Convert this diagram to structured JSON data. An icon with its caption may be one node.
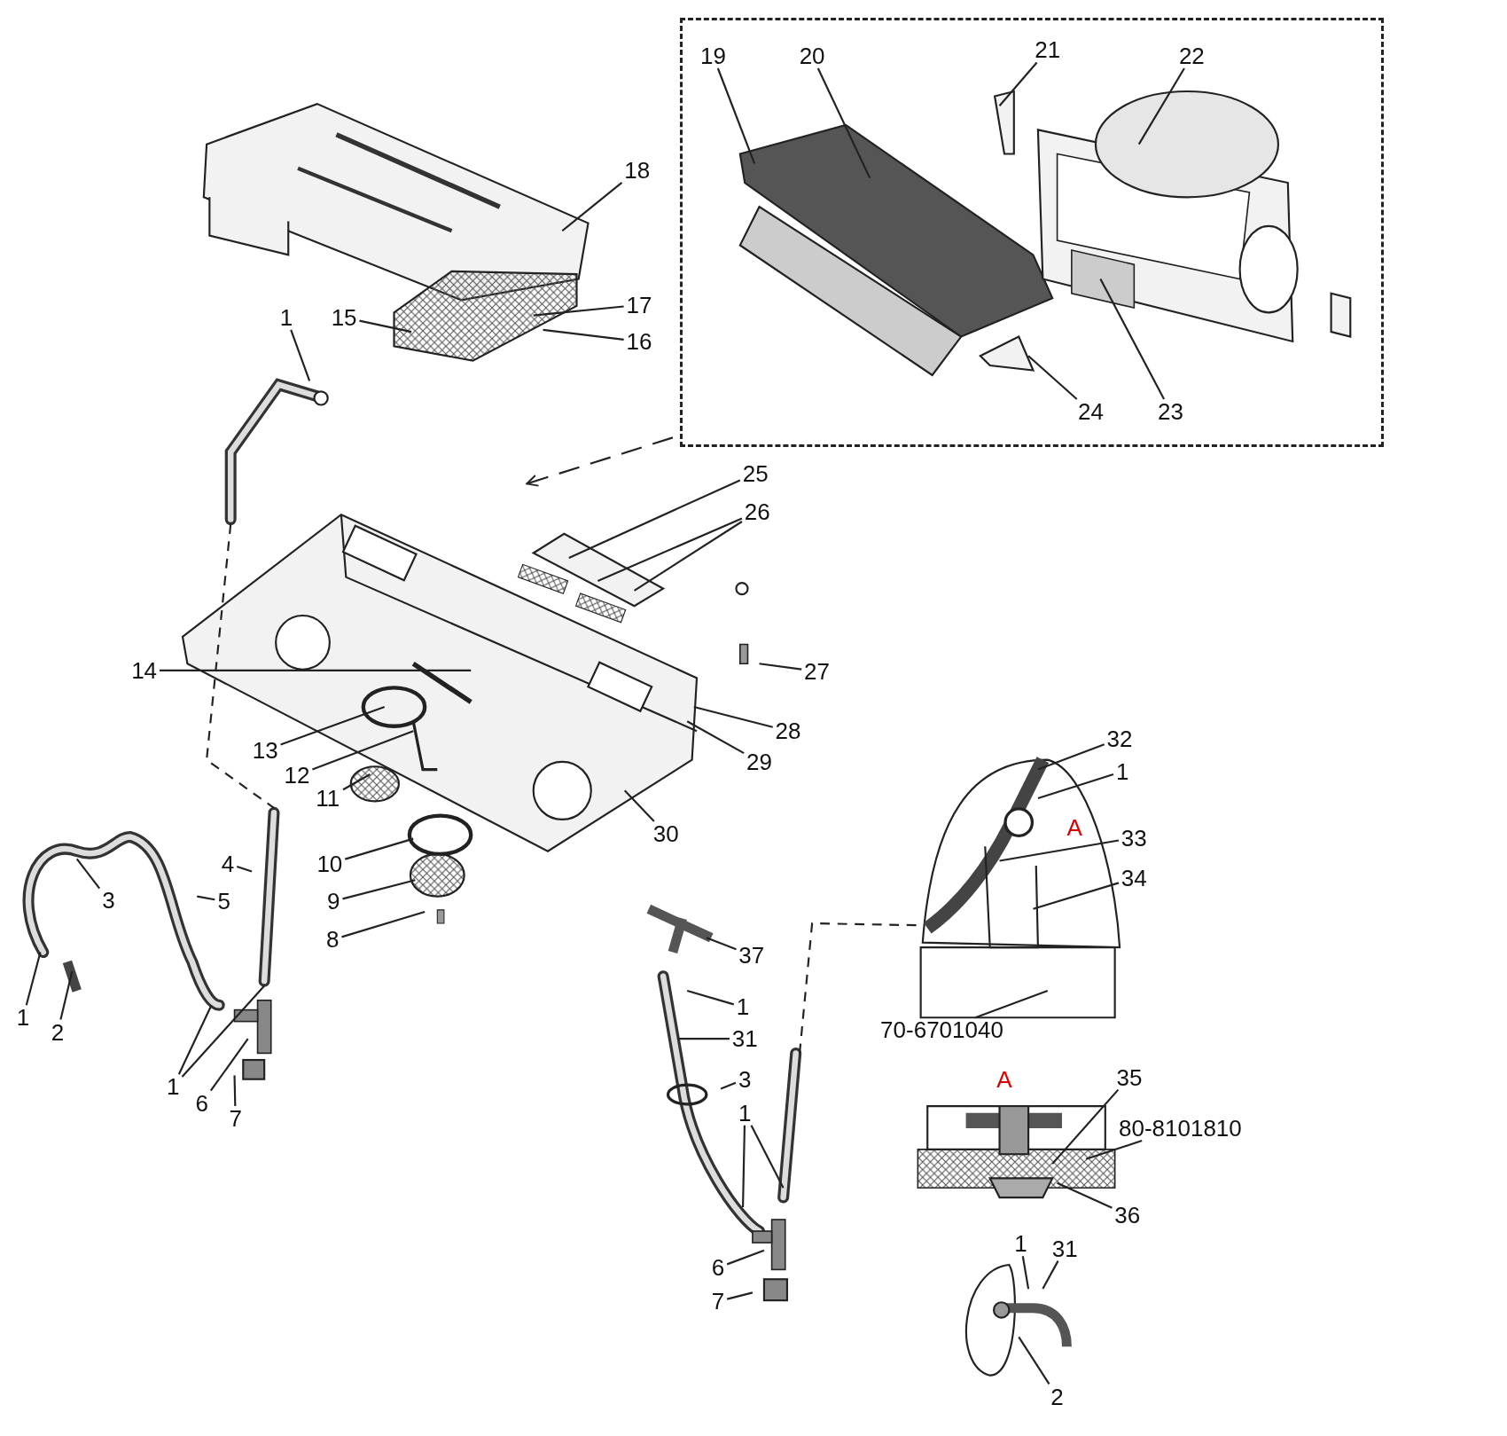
{
  "diagram": {
    "nodes": [
      {
        "text": [],
        "shape": "box"
      },
      {
        "text": [
          "19"
        ],
        "in": 0
      },
      {
        "text": [
          "20"
        ],
        "in": 0
      },
      {
        "text": [
          "21"
        ],
        "in": 0
      },
      {
        "text": [
          "22"
        ],
        "in": 0
      },
      {
        "text": [
          "23"
        ],
        "in": 0
      },
      {
        "text": [
          "24"
        ],
        "in": 0
      },
      {
        "text": [
          "18"
        ]
      },
      {
        "text": [
          "17"
        ]
      },
      {
        "text": [
          "16"
        ]
      },
      {
        "text": [
          "15"
        ]
      },
      {
        "text": [
          "1"
        ]
      },
      {
        "text": [
          "25"
        ]
      },
      {
        "text": [
          "26"
        ]
      },
      {
        "text": [
          "27"
        ]
      },
      {
        "text": [
          "28"
        ]
      },
      {
        "text": [
          "29"
        ]
      },
      {
        "text": [
          "30"
        ]
      },
      {
        "text": [
          "14"
        ]
      },
      {
        "text": [
          "13"
        ]
      },
      {
        "text": [
          "12"
        ]
      },
      {
        "text": [
          "11"
        ]
      },
      {
        "text": [
          "10"
        ]
      },
      {
        "text": [
          "9"
        ]
      },
      {
        "text": [
          "8"
        ]
      },
      {
        "text": [
          "3"
        ]
      },
      {
        "text": [
          "5"
        ]
      },
      {
        "text": [
          "4"
        ]
      },
      {
        "text": [
          "1"
        ]
      },
      {
        "text": [
          "2"
        ]
      },
      {
        "text": [
          "1"
        ]
      },
      {
        "text": [
          "6"
        ]
      },
      {
        "text": [
          "7"
        ]
      },
      {
        "text": [
          "37"
        ]
      },
      {
        "text": [
          "1"
        ]
      },
      {
        "text": [
          "31"
        ]
      },
      {
        "text": [
          "3"
        ]
      },
      {
        "text": [
          "1"
        ]
      },
      {
        "text": [
          "6"
        ]
      },
      {
        "text": [
          "7"
        ]
      },
      {
        "text": [
          "32"
        ]
      },
      {
        "text": [
          "1"
        ]
      },
      {
        "text": [
          "33"
        ]
      },
      {
        "text": [
          "34"
        ]
      },
      {
        "text": [
          "70-6701040"
        ]
      },
      {
        "text": [
          "35"
        ]
      },
      {
        "text": [
          "80-8101810"
        ]
      },
      {
        "text": [
          "36"
        ]
      },
      {
        "text": [
          "1"
        ]
      },
      {
        "text": [
          "31"
        ]
      },
      {
        "text": [
          "2"
        ]
      }
    ],
    "edges": [
      {
        "from": 0,
        "to": null,
        "arrow": "to",
        "style": "dashed"
      },
      {
        "from": 1,
        "to": null,
        "arrow": "none"
      },
      {
        "from": 2,
        "to": null,
        "arrow": "none"
      },
      {
        "from": 3,
        "to": null,
        "arrow": "none"
      },
      {
        "from": 4,
        "to": null,
        "arrow": "none"
      },
      {
        "from": 5,
        "to": null,
        "arrow": "none"
      },
      {
        "from": 6,
        "to": null,
        "arrow": "none"
      },
      {
        "from": 7,
        "to": null,
        "arrow": "none"
      },
      {
        "from": 8,
        "to": null,
        "arrow": "none"
      },
      {
        "from": 9,
        "to": null,
        "arrow": "none"
      },
      {
        "from": 10,
        "to": null,
        "arrow": "none"
      },
      {
        "from": 11,
        "to": null,
        "arrow": "none"
      },
      {
        "from": 12,
        "to": null,
        "arrow": "none"
      },
      {
        "from": 13,
        "to": null,
        "arrow": "none"
      },
      {
        "from": 13,
        "to": null,
        "arrow": "none"
      },
      {
        "from": 14,
        "to": null,
        "arrow": "none"
      },
      {
        "from": 15,
        "to": null,
        "arrow": "none"
      },
      {
        "from": 16,
        "to": null,
        "arrow": "none"
      },
      {
        "from": 17,
        "to": null,
        "arrow": "none"
      },
      {
        "from": 18,
        "to": null,
        "arrow": "none"
      },
      {
        "from": 19,
        "to": null,
        "arrow": "none"
      },
      {
        "from": 20,
        "to": null,
        "arrow": "none"
      },
      {
        "from": 21,
        "to": null,
        "arrow": "none"
      },
      {
        "from": 22,
        "to": null,
        "arrow": "none"
      },
      {
        "from": 23,
        "to": null,
        "arrow": "none"
      },
      {
        "from": 24,
        "to": null,
        "arrow": "none"
      },
      {
        "from": 25,
        "to": null,
        "arrow": "none"
      },
      {
        "from": 26,
        "to": null,
        "arrow": "none"
      },
      {
        "from": 27,
        "to": null,
        "arrow": "none"
      },
      {
        "from": 28,
        "to": null,
        "arrow": "none"
      },
      {
        "from": 29,
        "to": null,
        "arrow": "none"
      },
      {
        "from": 30,
        "to": null,
        "arrow": "none"
      },
      {
        "from": 30,
        "to": null,
        "arrow": "none"
      },
      {
        "from": 31,
        "to": null,
        "arrow": "none"
      },
      {
        "from": 32,
        "to": null,
        "arrow": "none"
      },
      {
        "from": 33,
        "to": null,
        "arrow": "none"
      },
      {
        "from": 34,
        "to": null,
        "arrow": "none"
      },
      {
        "from": 35,
        "to": null,
        "arrow": "none"
      },
      {
        "from": 36,
        "to": null,
        "arrow": "none"
      },
      {
        "from": 37,
        "to": null,
        "arrow": "none"
      },
      {
        "from": 37,
        "to": null,
        "arrow": "none"
      },
      {
        "from": 38,
        "to": null,
        "arrow": "none"
      },
      {
        "from": 39,
        "to": null,
        "arrow": "none"
      },
      {
        "from": 40,
        "to": null,
        "arrow": "none"
      },
      {
        "from": 41,
        "to": null,
        "arrow": "none"
      },
      {
        "from": 42,
        "to": null,
        "arrow": "none"
      },
      {
        "from": 43,
        "to": null,
        "arrow": "none"
      },
      {
        "from": 44,
        "to": null,
        "arrow": "none"
      },
      {
        "from": 45,
        "to": null,
        "arrow": "none"
      },
      {
        "from": 46,
        "to": null,
        "arrow": "none"
      },
      {
        "from": 47,
        "to": null,
        "arrow": "none"
      },
      {
        "from": 48,
        "to": null,
        "arrow": "none"
      },
      {
        "from": 49,
        "to": null,
        "arrow": "none"
      },
      {
        "from": 50,
        "to": null,
        "arrow": "none"
      }
    ],
    "labels": [
      "A",
      "A"
    ]
  }
}
